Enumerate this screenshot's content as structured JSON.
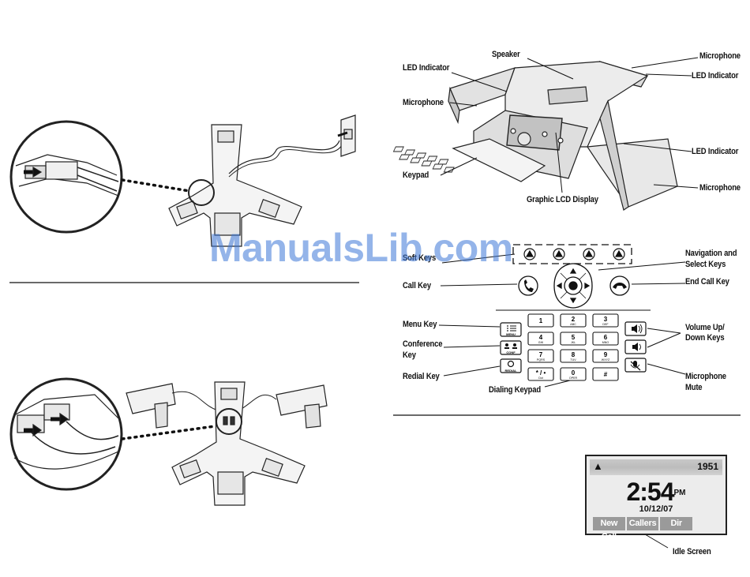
{
  "watermark": "ManualsLib.com",
  "diagram_labels": {
    "speaker": "Speaker",
    "microphone_top_right": "Microphone",
    "led_indicator_left": "LED Indicator",
    "led_indicator_top_right": "LED Indicator",
    "microphone_left": "Microphone",
    "led_indicator_mid_right": "LED Indicator",
    "keypad": "Keypad",
    "microphone_bottom_right": "Microphone",
    "graphic_lcd_display": "Graphic LCD Display"
  },
  "key_labels": {
    "soft_keys": "Soft Keys",
    "navigation_line1": "Navigation and",
    "navigation_line2": "Select Keys",
    "call_key": "Call Key",
    "end_call_key": "End Call Key",
    "menu_key": "Menu Key",
    "volume_line1": "Volume Up/",
    "volume_line2": "Down Keys",
    "conference_line1": "Conference",
    "conference_line2": "Key",
    "redial_key": "Redial Key",
    "mute_line1": "Microphone",
    "mute_line2": "Mute",
    "dialing_keypad": "Dialing Keypad",
    "idle_screen": "Idle Screen"
  },
  "key_captions": {
    "menu": "MENU",
    "conf": "CONF",
    "redial": "REDIAL"
  },
  "dial_keys": [
    {
      "digit": "1",
      "letters": ""
    },
    {
      "digit": "2",
      "letters": "ABC"
    },
    {
      "digit": "3",
      "letters": "DEF"
    },
    {
      "digit": "4",
      "letters": "GHI"
    },
    {
      "digit": "5",
      "letters": "JKL"
    },
    {
      "digit": "6",
      "letters": "MNO"
    },
    {
      "digit": "7",
      "letters": "PQRS"
    },
    {
      "digit": "8",
      "letters": "TUV"
    },
    {
      "digit": "9",
      "letters": "WXYZ"
    },
    {
      "digit": "* / •",
      "letters": "Dot"
    },
    {
      "digit": "0",
      "letters": "OPER"
    },
    {
      "digit": "#",
      "letters": ""
    }
  ],
  "idle_screen": {
    "extension": "1951",
    "time": "2:54",
    "ampm": "PM",
    "date": "10/12/07",
    "softkeys": [
      "New Call",
      "Callers",
      "Dir"
    ]
  },
  "colors": {
    "watermark": "#3d78d8",
    "line": "#111111",
    "phone_fill": "#e4e4e4",
    "softkey": "#9a9a9a"
  }
}
